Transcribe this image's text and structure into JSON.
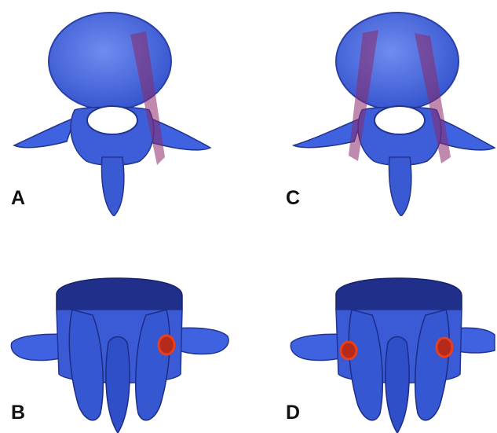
{
  "panels": [
    {
      "id": "A",
      "label": "A",
      "view": "axial",
      "screws": [
        "right"
      ]
    },
    {
      "id": "B",
      "label": "B",
      "view": "posterior",
      "screws": [
        "right"
      ]
    },
    {
      "id": "C",
      "label": "C",
      "view": "axial",
      "screws": [
        "left",
        "right"
      ]
    },
    {
      "id": "D",
      "label": "D",
      "view": "posterior",
      "screws": [
        "left",
        "right"
      ]
    }
  ],
  "colors": {
    "bone": "#3f63e0",
    "bone_dark": "#1f2f8a",
    "bone_light": "#6f8cf0",
    "screw": "#8a2a6a",
    "entry": "#e8401e"
  }
}
